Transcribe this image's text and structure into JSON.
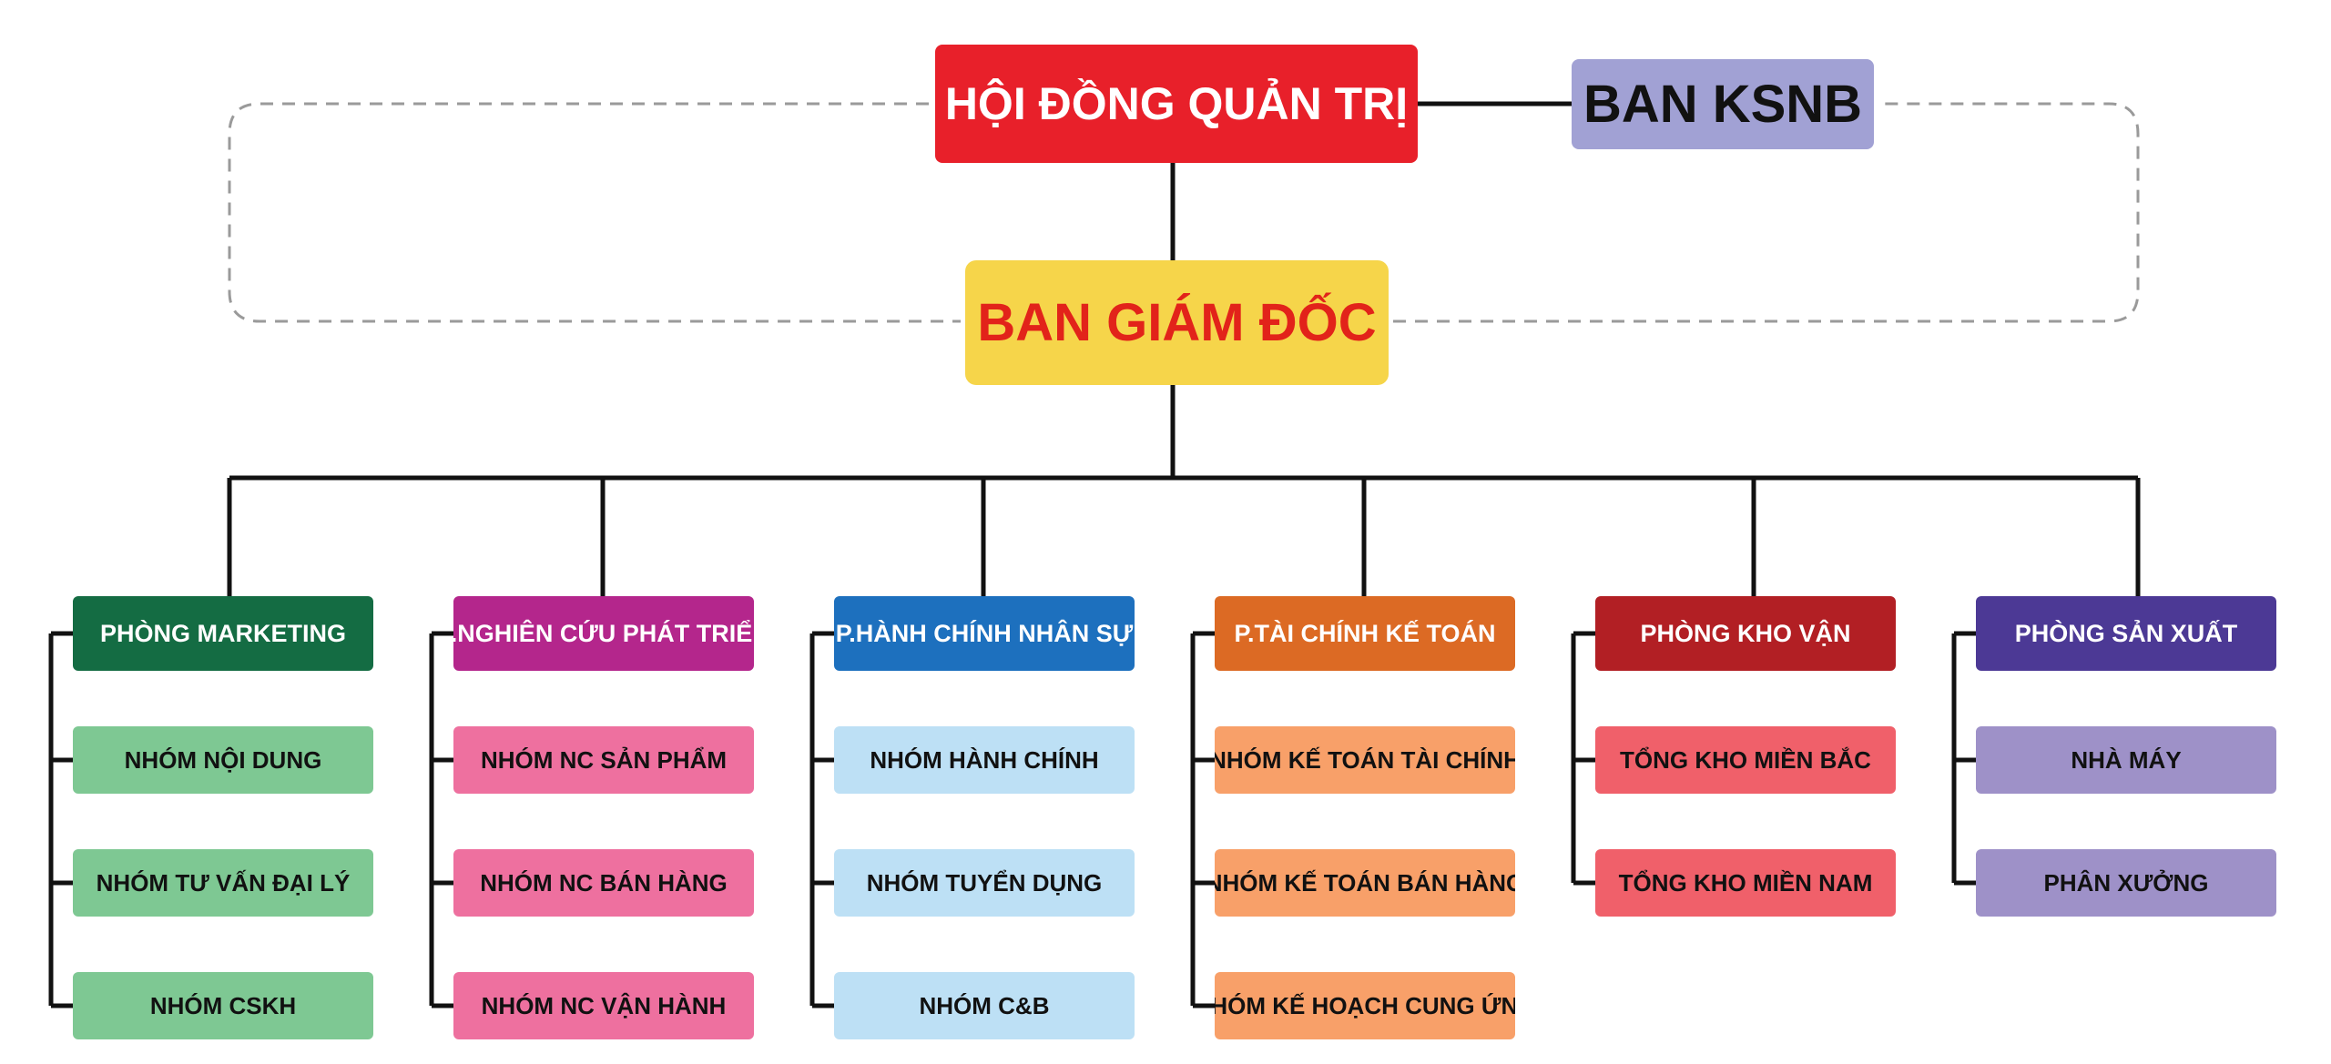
{
  "board": {
    "label": "HỘI ĐỒNG QUẢN TRỊ",
    "color": "#e8202a"
  },
  "control": {
    "label": "BAN KSNB",
    "color": "#a1a1d4"
  },
  "directors": {
    "label": "BAN GIÁM ĐỐC",
    "color": "#f6d54a",
    "text_color": "#e2231a"
  },
  "departments": [
    {
      "label": "PHÒNG MARKETING",
      "color": "#146c43",
      "team_color": "#7ec893",
      "teams": [
        "NHÓM NỘI DUNG",
        "NHÓM TƯ VẤN ĐẠI LÝ",
        "NHÓM CSKH"
      ]
    },
    {
      "label": "P.NGHIÊN CỨU PHÁT TRIỂN",
      "color": "#b4268c",
      "team_color": "#ee709f",
      "teams": [
        "NHÓM NC SẢN PHẨM",
        "NHÓM NC BÁN HÀNG",
        "NHÓM NC VẬN HÀNH"
      ]
    },
    {
      "label": "P.HÀNH CHÍNH NHÂN SỰ",
      "color": "#1d70be",
      "team_color": "#bde0f5",
      "teams": [
        "NHÓM HÀNH CHÍNH",
        "NHÓM TUYỂN DỤNG",
        "NHÓM C&B"
      ]
    },
    {
      "label": "P.TÀI CHÍNH KẾ TOÁN",
      "color": "#dc6a24",
      "team_color": "#f8a069",
      "teams": [
        "NHÓM KẾ TOÁN TÀI CHÍNH",
        "NHÓM KẾ TOÁN BÁN HÀNG",
        "NHÓM KẾ HOẠCH CUNG ỨNG"
      ]
    },
    {
      "label": "PHÒNG KHO VẬN",
      "color": "#b21f24",
      "team_color": "#f0606a",
      "teams": [
        "TỔNG KHO MIỀN BẮC",
        "TỔNG KHO MIỀN NAM"
      ]
    },
    {
      "label": "PHÒNG SẢN XUẤT",
      "color": "#4c3995",
      "team_color": "#9e91c8",
      "teams": [
        "NHÀ MÁY",
        "PHÂN XƯỞNG"
      ]
    }
  ]
}
